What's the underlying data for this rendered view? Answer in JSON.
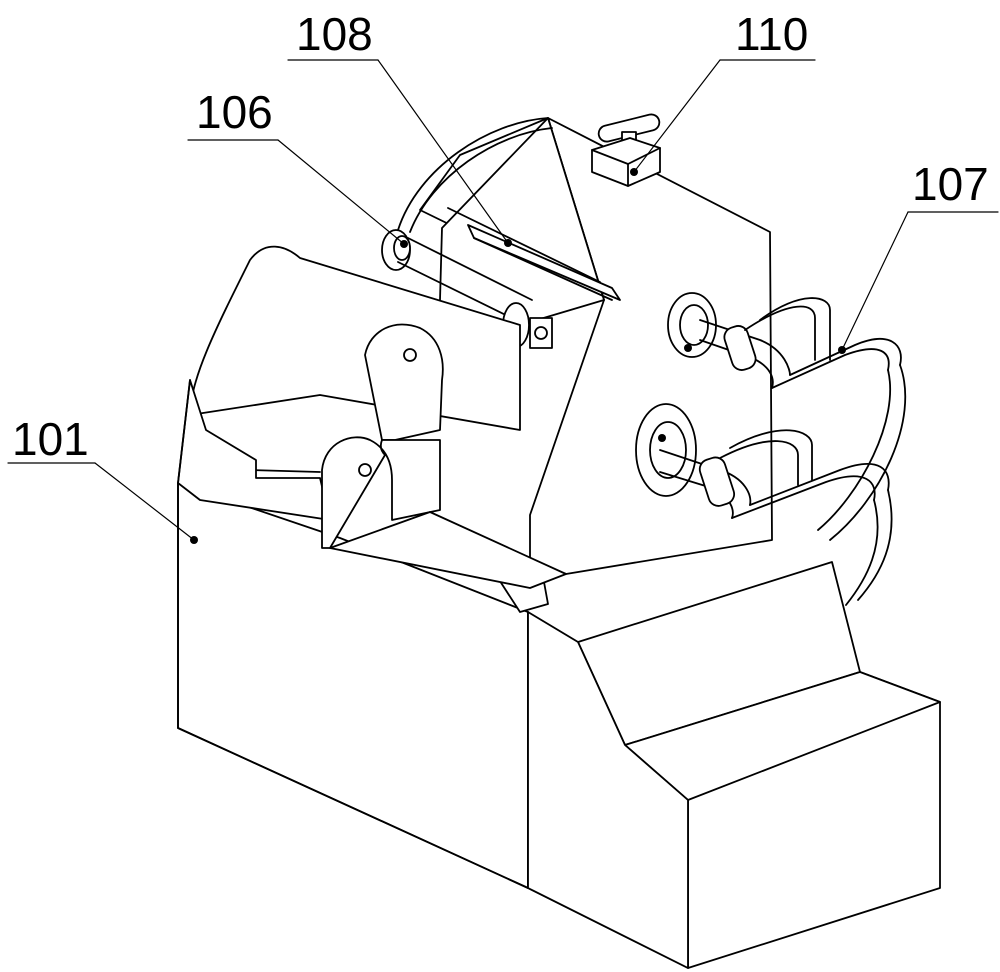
{
  "figure": {
    "callouts": [
      {
        "id": "101",
        "text": "101"
      },
      {
        "id": "106",
        "text": "106"
      },
      {
        "id": "108",
        "text": "108"
      },
      {
        "id": "110",
        "text": "110"
      },
      {
        "id": "107",
        "text": "107"
      }
    ]
  }
}
